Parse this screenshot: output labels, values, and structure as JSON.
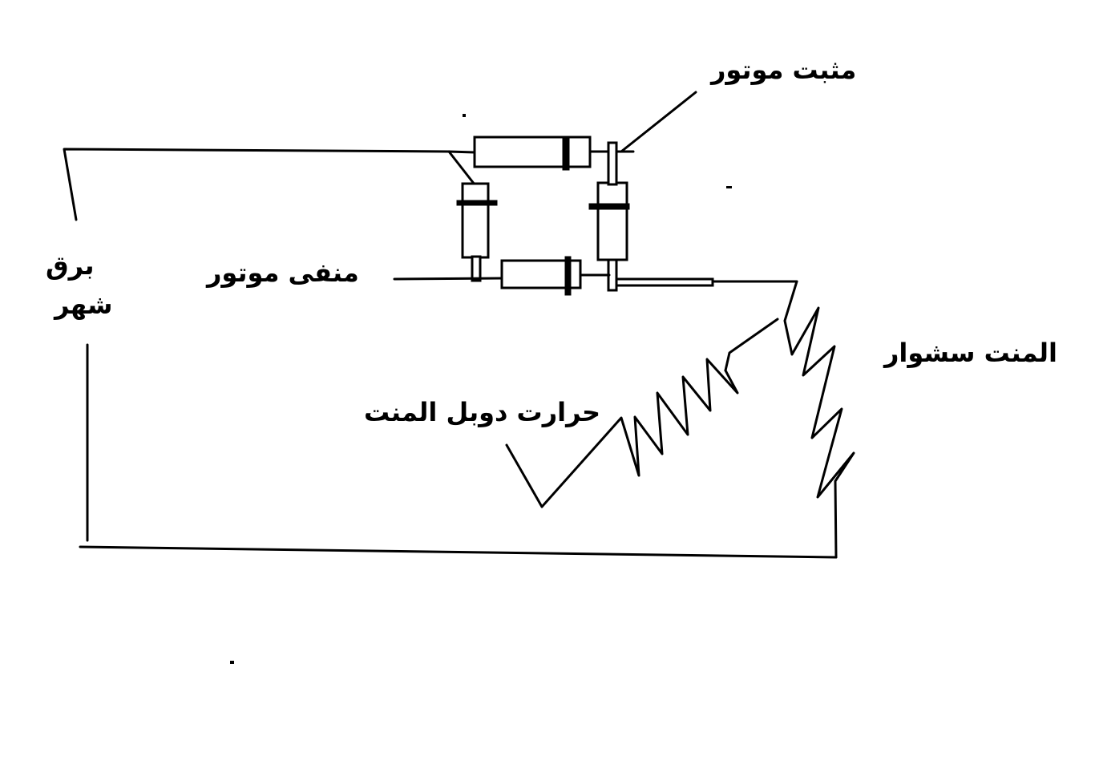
{
  "labels": {
    "motor_positive": "مثبت موتور",
    "motor_negative": "منفی موتور",
    "city_power_line1": "برق",
    "city_power_line2": "شهر",
    "dryer_element": "المنت سشوار",
    "thermal_fuse": "حرارت دوبل المنت"
  }
}
